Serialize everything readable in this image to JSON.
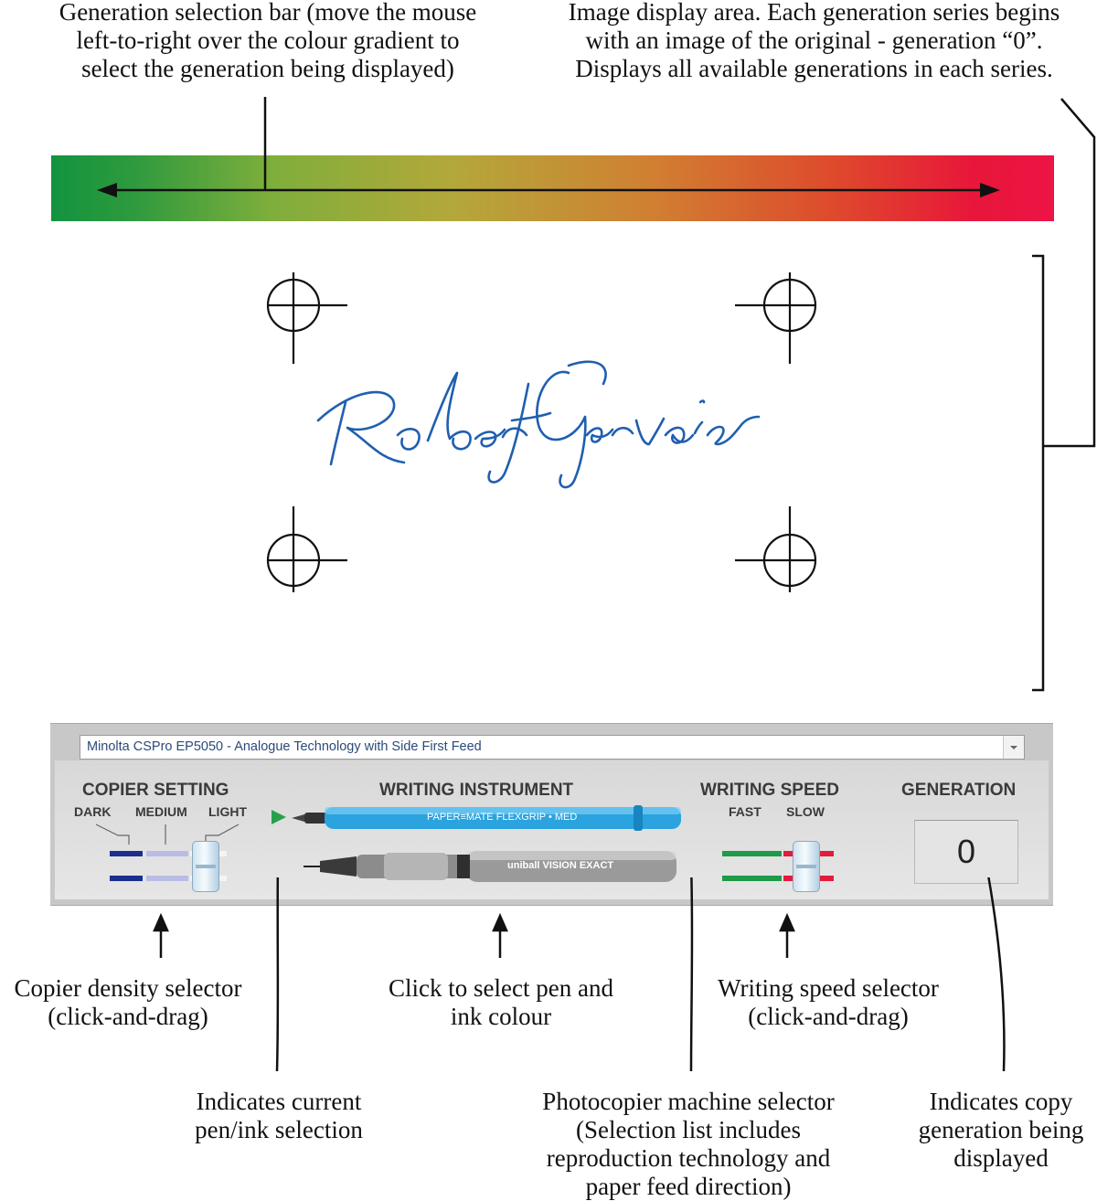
{
  "annotations": {
    "gen_bar": [
      "Generation selection bar (move the mouse",
      "left-to-right over the colour gradient to",
      "select the generation being displayed)"
    ],
    "display_area": [
      "Image display area. Each generation series begins",
      "with an image of the original - generation “0”.",
      "Displays all available generations in each series."
    ],
    "copier_density": [
      "Copier density selector",
      "(click-and-drag)"
    ],
    "pen_select": [
      "Click to select pen and",
      "ink colour"
    ],
    "speed_select": [
      "Writing speed selector",
      "(click-and-drag)"
    ],
    "current_pen": [
      "Indicates current",
      "pen/ink selection"
    ],
    "machine_select": [
      "Photocopier machine selector",
      "(Selection list includes",
      "reproduction technology and",
      "paper feed direction)"
    ],
    "generation_ind": [
      "Indicates copy",
      "generation being",
      "displayed"
    ]
  },
  "display": {
    "signature": "Robert Gervais"
  },
  "panel": {
    "machine": "Minolta CSPro EP5050 - Analogue Technology with Side First Feed",
    "copier": {
      "heading": "COPIER SETTING",
      "dark": "DARK",
      "medium": "MEDIUM",
      "light": "LIGHT"
    },
    "instrument": {
      "heading": "WRITING INSTRUMENT",
      "pen1": "PAPER≡MATE   FLEXGRIP • MED",
      "pen2": "uniball  VISION EXACT"
    },
    "speed": {
      "heading": "WRITING SPEED",
      "fast": "FAST",
      "slow": "SLOW"
    },
    "generation": {
      "heading": "GENERATION",
      "value": "0"
    }
  },
  "colors": {
    "gradient_start": "#13933f",
    "gradient_end": "#ec1445",
    "ink": "#1f5fb0",
    "dark": "#1c2f8c",
    "medium": "#b9bde6",
    "fast": "#1f9a48",
    "slow": "#e21c3d",
    "pen_blue": "#2aa3df"
  }
}
